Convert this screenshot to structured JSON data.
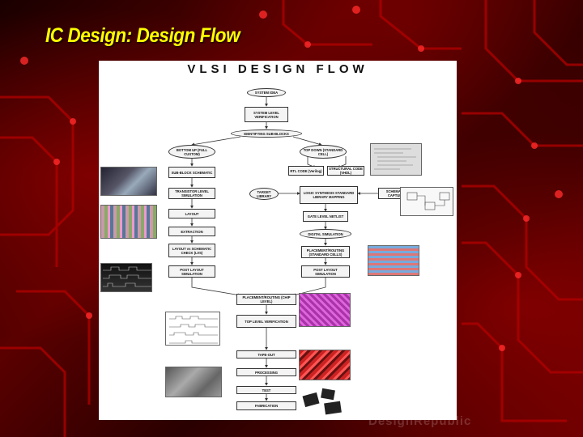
{
  "slide": {
    "title": "IC Design: Design Flow"
  },
  "diagram": {
    "title": "VLSI DESIGN FLOW",
    "nodes": {
      "system_idea": "SYSTEM IDEA",
      "system_level_verification": "SYSTEM LEVEL VERIFICATION",
      "identifying_subblocks": "IDENTIFYING SUB-BLOCKS",
      "bottom_up": "BOTTOM UP (FULL CUSTOM)",
      "top_down": "TOP DOWN (STANDARD CELL)",
      "subblock_schematic": "SUB-BLOCK SCHEMATIC",
      "rtl_code": "RTL CODE (Verilog)",
      "structural_code": "STRUCTURAL CODE (VHDL)",
      "transistor_level_simulation": "TRANSISTOR LEVEL SIMULATION",
      "target_library": "TARGET LIBRARY",
      "logic_synthesis": "LOGIC SYNTHESIS STANDARD LIBRARY MAPPING",
      "schematic_capture": "SCHEMATIC CAPTURE",
      "layout": "LAYOUT",
      "gate_level_netlist": "GATE LEVEL NETLIST",
      "extraction": "EXTRACTION",
      "digital_simulation": "DIGITAL SIMULATION",
      "layout_vs_schematic": "LAYOUT vs SCHEMATIC CHECK (LVS)",
      "placement_routing_std": "PLACEMENT/ROUTING (STANDARD CELLS)",
      "post_layout_sim_left": "POST LAYOUT SIMULATION",
      "post_layout_sim_right": "POST LAYOUT SIMULATION",
      "placement_routing_chip": "PLACEMENT/ROUTING (CHIP LEVEL)",
      "top_level_verification": "TOP LEVEL VERIFICATION",
      "tape_out": "TAPE-OUT",
      "processing": "PROCESSING",
      "test": "TEST",
      "fabrication": "FABRICATION"
    }
  },
  "watermark": "DesignRepublic"
}
